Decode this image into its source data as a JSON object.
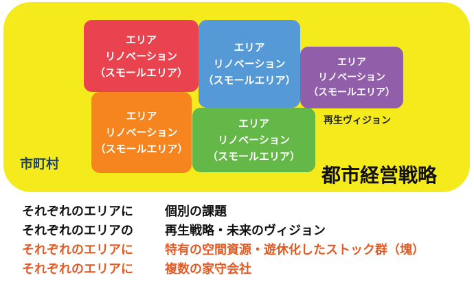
{
  "diagram": {
    "area_boxes": [
      {
        "lines": [
          "エリア",
          "リノベーション",
          "（スモールエリア）"
        ],
        "color": "#e8434f"
      },
      {
        "lines": [
          "エリア",
          "リノベーション",
          "（スモールエリア）"
        ],
        "color": "#559ad6"
      },
      {
        "lines": [
          "エリア",
          "リノベーション",
          "（スモールエリア）"
        ],
        "color": "#915eaa"
      },
      {
        "lines": [
          "エリア",
          "リノベーション",
          "（スモールエリア）"
        ],
        "color": "#f6851f"
      },
      {
        "lines": [
          "エリア",
          "リノベーション",
          "（スモールエリア）"
        ],
        "color": "#63b847"
      }
    ],
    "city_label": "市町村",
    "vision_label": "再生ヴィジョン",
    "strategy_label": "都市経営戦略",
    "background_color": "#f5ea1c"
  },
  "list": [
    {
      "left": "それぞれのエリアに",
      "right": "個別の課題",
      "color": "#111111"
    },
    {
      "left": "それぞれのエリアの",
      "right": "再生戦略・未来のヴィジョン",
      "color": "#111111"
    },
    {
      "left": "それぞれのエリアに",
      "right": "特有の空間資源・遊休化したストック群（塊）",
      "color": "#e25a24"
    },
    {
      "left": "それぞれのエリアに",
      "right": "複数の家守会社",
      "color": "#e25a24"
    }
  ]
}
